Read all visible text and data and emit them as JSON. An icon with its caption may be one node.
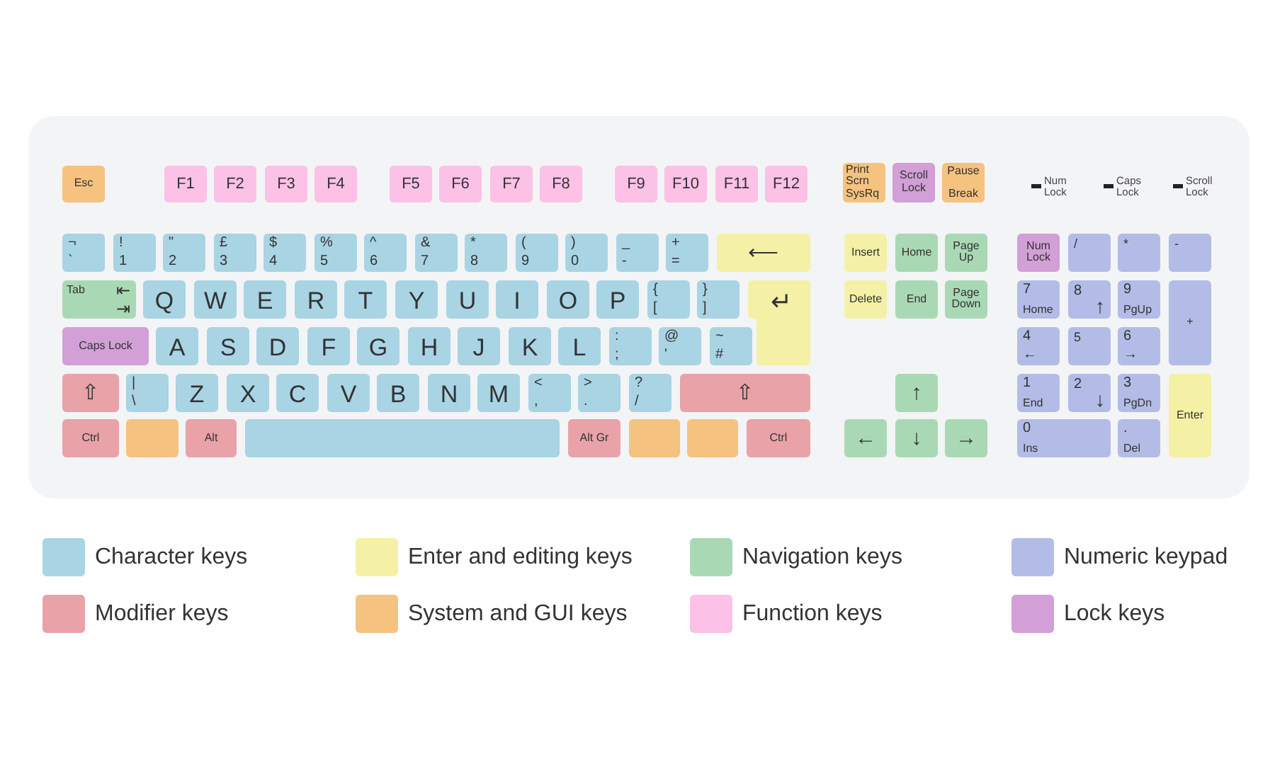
{
  "diagram": {
    "nodes": [
      {
        "text": [
          "Esc"
        ]
      },
      {
        "text": [
          "F1"
        ]
      },
      {
        "text": [
          "F2"
        ]
      },
      {
        "text": [
          "F3"
        ]
      },
      {
        "text": [
          "F4"
        ]
      },
      {
        "text": [
          "F5"
        ]
      },
      {
        "text": [
          "F6"
        ]
      },
      {
        "text": [
          "F7"
        ]
      },
      {
        "text": [
          "F8"
        ]
      },
      {
        "text": [
          "F9"
        ]
      },
      {
        "text": [
          "F10"
        ]
      },
      {
        "text": [
          "F11"
        ]
      },
      {
        "text": [
          "F12"
        ]
      },
      {
        "text": [
          "Print Scrn SysRq"
        ]
      },
      {
        "text": [
          "Scroll Lock"
        ]
      },
      {
        "text": [
          "Pause",
          "Break"
        ]
      },
      {
        "text": [
          "¬",
          "`"
        ]
      },
      {
        "text": [
          "!",
          "1"
        ]
      },
      {
        "text": [
          "\"",
          "2"
        ]
      },
      {
        "text": [
          "£",
          "3"
        ]
      },
      {
        "text": [
          "$",
          "4"
        ]
      },
      {
        "text": [
          "%",
          "5"
        ]
      },
      {
        "text": [
          "^",
          "6"
        ]
      },
      {
        "text": [
          "&",
          "7"
        ]
      },
      {
        "text": [
          "*",
          "8"
        ]
      },
      {
        "text": [
          "(",
          "9"
        ]
      },
      {
        "text": [
          ")",
          "0"
        ]
      },
      {
        "text": [
          "_",
          "-"
        ]
      },
      {
        "text": [
          "+",
          "="
        ]
      },
      {
        "text": [
          "⟵"
        ]
      },
      {
        "text": [
          "Insert"
        ]
      },
      {
        "text": [
          "Home"
        ]
      },
      {
        "text": [
          "Page Up"
        ]
      },
      {
        "text": [
          "Num Lock"
        ]
      },
      {
        "text": [
          "/"
        ]
      },
      {
        "text": [
          "*"
        ]
      },
      {
        "text": [
          "-"
        ]
      },
      {
        "text": [
          "Tab",
          "⇤",
          "⇥"
        ]
      },
      {
        "text": [
          "Q"
        ]
      },
      {
        "text": [
          "W"
        ]
      },
      {
        "text": [
          "E"
        ]
      },
      {
        "text": [
          "R"
        ]
      },
      {
        "text": [
          "T"
        ]
      },
      {
        "text": [
          "Y"
        ]
      },
      {
        "text": [
          "U"
        ]
      },
      {
        "text": [
          "I"
        ]
      },
      {
        "text": [
          "O"
        ]
      },
      {
        "text": [
          "P"
        ]
      },
      {
        "text": [
          "{",
          "["
        ]
      },
      {
        "text": [
          "}",
          "]"
        ]
      },
      {
        "text": [
          "↵"
        ]
      },
      {
        "text": [
          "Delete"
        ]
      },
      {
        "text": [
          "End"
        ]
      },
      {
        "text": [
          "Page Down"
        ]
      },
      {
        "text": [
          "7",
          "Home"
        ]
      },
      {
        "text": [
          "8",
          "↑"
        ]
      },
      {
        "text": [
          "9",
          "PgUp"
        ]
      },
      {
        "text": [
          "+"
        ]
      },
      {
        "text": [
          "Caps Lock"
        ]
      },
      {
        "text": [
          "A"
        ]
      },
      {
        "text": [
          "S"
        ]
      },
      {
        "text": [
          "D"
        ]
      },
      {
        "text": [
          "F"
        ]
      },
      {
        "text": [
          "G"
        ]
      },
      {
        "text": [
          "H"
        ]
      },
      {
        "text": [
          "J"
        ]
      },
      {
        "text": [
          "K"
        ]
      },
      {
        "text": [
          "L"
        ]
      },
      {
        "text": [
          ":",
          ";"
        ]
      },
      {
        "text": [
          "@",
          "'"
        ]
      },
      {
        "text": [
          "~",
          "#"
        ]
      },
      {
        "text": [
          "4",
          "←"
        ]
      },
      {
        "text": [
          "5"
        ]
      },
      {
        "text": [
          "6",
          "→"
        ]
      },
      {
        "text": [
          "⇧"
        ]
      },
      {
        "text": [
          "|",
          "\\"
        ]
      },
      {
        "text": [
          "Z"
        ]
      },
      {
        "text": [
          "X"
        ]
      },
      {
        "text": [
          "C"
        ]
      },
      {
        "text": [
          "V"
        ]
      },
      {
        "text": [
          "B"
        ]
      },
      {
        "text": [
          "N"
        ]
      },
      {
        "text": [
          "M"
        ]
      },
      {
        "text": [
          "<",
          ","
        ]
      },
      {
        "text": [
          ">",
          "."
        ]
      },
      {
        "text": [
          "?",
          "/"
        ]
      },
      {
        "text": [
          "⇧"
        ]
      },
      {
        "text": [
          "↑"
        ]
      },
      {
        "text": [
          "1",
          "End"
        ]
      },
      {
        "text": [
          "2",
          "↓"
        ]
      },
      {
        "text": [
          "3",
          "PgDn"
        ]
      },
      {
        "text": [
          "Enter"
        ]
      },
      {
        "text": [
          "Ctrl"
        ]
      },
      {
        "text": [],
        "shape": "box"
      },
      {
        "text": [
          "Alt"
        ]
      },
      {
        "text": [],
        "shape": "box"
      },
      {
        "text": [
          "Alt Gr"
        ]
      },
      {
        "text": [],
        "shape": "box"
      },
      {
        "text": [],
        "shape": "box"
      },
      {
        "text": [
          "Ctrl"
        ]
      },
      {
        "text": [
          "←"
        ]
      },
      {
        "text": [
          "↓"
        ]
      },
      {
        "text": [
          "→"
        ]
      },
      {
        "text": [
          "0",
          "Ins"
        ]
      },
      {
        "text": [
          ".",
          "Del"
        ]
      }
    ],
    "labels": [
      "Num Lock",
      "Caps Lock",
      "Scroll Lock"
    ],
    "legend": [
      {
        "text": "Character keys",
        "color": "#a9d4e4"
      },
      {
        "text": "Enter and editing keys",
        "color": "#f4f1a6"
      },
      {
        "text": "Navigation keys",
        "color": "#a9d9b4"
      },
      {
        "text": "Numeric keypad",
        "color": "#b3bce6"
      },
      {
        "text": "Modifier keys",
        "color": "#e8a2a8"
      },
      {
        "text": "System and GUI keys",
        "color": "#f5c27f"
      },
      {
        "text": "Function keys",
        "color": "#fbc1e6"
      },
      {
        "text": "Lock keys",
        "color": "#d29fd6"
      }
    ]
  }
}
